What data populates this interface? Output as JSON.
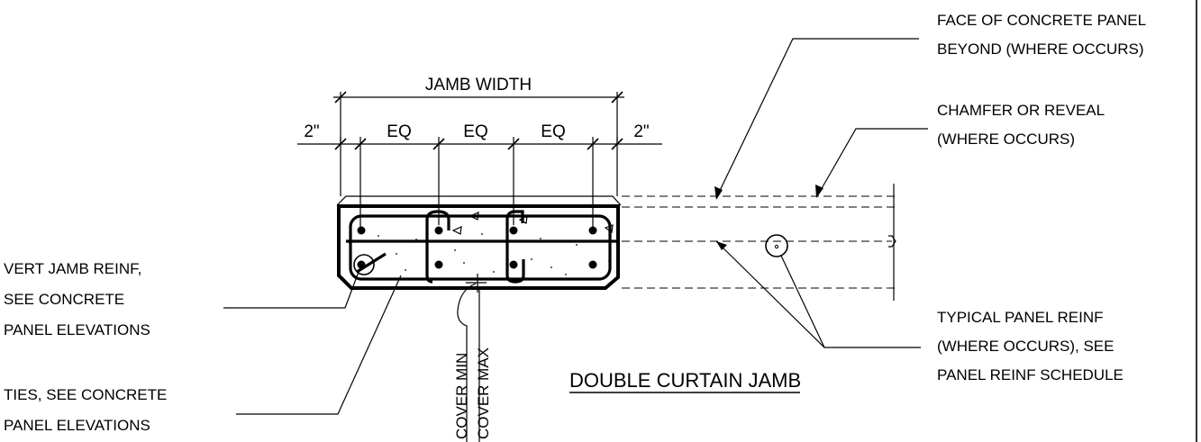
{
  "dimensions": {
    "jamb_width": "JAMB WIDTH",
    "left_offset": "2\"",
    "right_offset": "2\"",
    "eq_1": "EQ",
    "eq_2": "EQ",
    "eq_3": "EQ"
  },
  "labels": {
    "face_line1": "FACE OF CONCRETE PANEL",
    "face_line2": "BEYOND (WHERE OCCURS)",
    "chamfer_line1": "CHAMFER OR REVEAL",
    "chamfer_line2": "(WHERE OCCURS)",
    "vert_line1": "VERT JAMB REINF,",
    "vert_line2": "SEE CONCRETE",
    "vert_line3": "PANEL ELEVATIONS",
    "ties_line1": "TIES, SEE CONCRETE",
    "ties_line2": "PANEL ELEVATIONS",
    "typical_line1": "TYPICAL PANEL REINF",
    "typical_line2": "(WHERE OCCURS), SEE",
    "typical_line3": "PANEL REINF SCHEDULE",
    "cover_min": "COVER MIN",
    "cover_max": "COVER MAX"
  },
  "title": "DOUBLE CURTAIN JAMB"
}
